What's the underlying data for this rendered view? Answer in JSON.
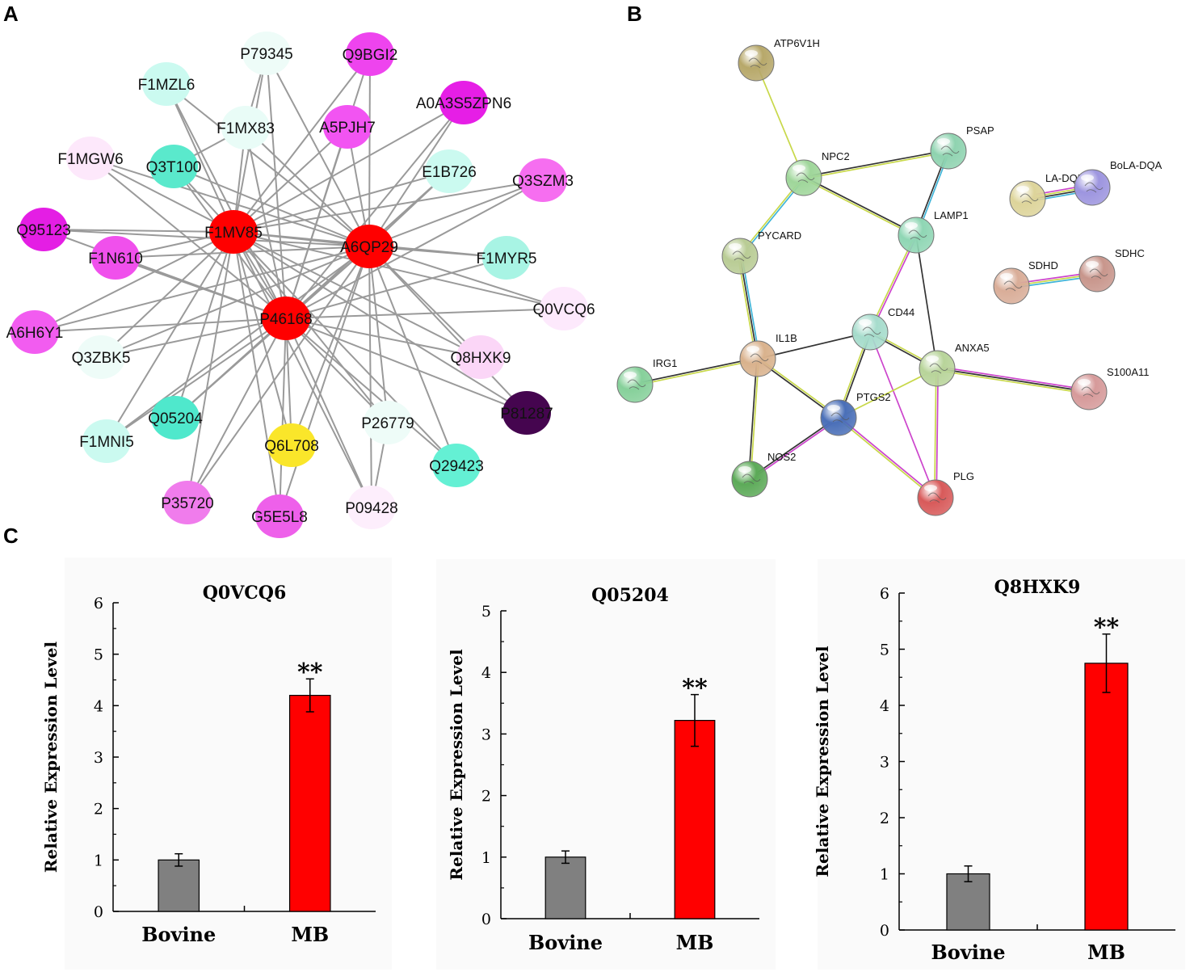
{
  "panels": {
    "a": "A",
    "b": "B",
    "c": "C"
  },
  "network_a": {
    "hubs": [
      "F1MV85",
      "A6QP29",
      "P46168"
    ],
    "nodes": [
      {
        "id": "P79345",
        "color": "#eefcf8"
      },
      {
        "id": "Q9BGI2",
        "color": "#ee44ee"
      },
      {
        "id": "F1MZL6",
        "color": "#cbfaf0"
      },
      {
        "id": "A0A3S5ZPN6",
        "color": "#e61ee6"
      },
      {
        "id": "F1MX83",
        "color": "#e9fcf7"
      },
      {
        "id": "A5PJH7",
        "color": "#f254f2"
      },
      {
        "id": "F1MGW6",
        "color": "#fde8fb"
      },
      {
        "id": "Q3T100",
        "color": "#5ae9cc"
      },
      {
        "id": "E1B726",
        "color": "#cbfaf0"
      },
      {
        "id": "Q3SZM3",
        "color": "#f66ef0"
      },
      {
        "id": "Q95123",
        "color": "#e41ee4"
      },
      {
        "id": "F1MV85",
        "color": "#ff0000"
      },
      {
        "id": "A6QP29",
        "color": "#ff0000"
      },
      {
        "id": "F1N610",
        "color": "#f050ec"
      },
      {
        "id": "F1MYR5",
        "color": "#a8f4e4"
      },
      {
        "id": "P46168",
        "color": "#ff0000"
      },
      {
        "id": "Q0VCQ6",
        "color": "#fde9fc"
      },
      {
        "id": "A6H6Y1",
        "color": "#f25cf0"
      },
      {
        "id": "Q3ZBK5",
        "color": "#eefcf8"
      },
      {
        "id": "Q8HXK9",
        "color": "#fbd6f7"
      },
      {
        "id": "P81287",
        "color": "#45054f"
      },
      {
        "id": "Q05204",
        "color": "#4fe8cc"
      },
      {
        "id": "P26779",
        "color": "#eefcf8"
      },
      {
        "id": "F1MNI5",
        "color": "#cbfaf0"
      },
      {
        "id": "Q6L708",
        "color": "#fae62a"
      },
      {
        "id": "Q29423",
        "color": "#64f0d4"
      },
      {
        "id": "P35720",
        "color": "#f07cec"
      },
      {
        "id": "G5E5L8",
        "color": "#ee60ea"
      },
      {
        "id": "P09428",
        "color": "#fdeefc"
      }
    ]
  },
  "network_b": {
    "nodes": [
      {
        "id": "ATP6V1H",
        "color": "#b7a86a"
      },
      {
        "id": "PSAP",
        "color": "#8fd3b0"
      },
      {
        "id": "NPC2",
        "color": "#9fd69a"
      },
      {
        "id": "LA-DQB",
        "color": "#ddd49a"
      },
      {
        "id": "BoLA-DQA",
        "color": "#9d95df"
      },
      {
        "id": "LAMP1",
        "color": "#8fd6b4"
      },
      {
        "id": "PYCARD",
        "color": "#b9cc95"
      },
      {
        "id": "SDHD",
        "color": "#d9ad98"
      },
      {
        "id": "SDHC",
        "color": "#c8968c"
      },
      {
        "id": "CD44",
        "color": "#a6dccc"
      },
      {
        "id": "IL1B",
        "color": "#d9b28d"
      },
      {
        "id": "ANXA5",
        "color": "#b8d49a"
      },
      {
        "id": "IRG1",
        "color": "#86d09a"
      },
      {
        "id": "PTGS2",
        "color": "#4a6fb8"
      },
      {
        "id": "S100A11",
        "color": "#d69a9a"
      },
      {
        "id": "NOS2",
        "color": "#5caa58"
      },
      {
        "id": "PLG",
        "color": "#d85a5a"
      }
    ]
  },
  "chart_data": [
    {
      "type": "bar",
      "title": "Q0VCQ6",
      "ylabel": "Relative  Expression  Level",
      "categories": [
        "Bovine",
        "MB"
      ],
      "values": [
        1.0,
        4.2
      ],
      "errors": [
        0.12,
        0.32
      ],
      "colors": [
        "#808080",
        "#ff0000"
      ],
      "significance": [
        "",
        "**"
      ],
      "ylim": [
        0,
        6
      ],
      "yticks": [
        "0",
        "1",
        "2",
        "3",
        "4",
        "5",
        "6"
      ]
    },
    {
      "type": "bar",
      "title": "Q05204",
      "ylabel": "Relative  Expression  Level",
      "categories": [
        "Bovine",
        "MB"
      ],
      "values": [
        1.0,
        3.22
      ],
      "errors": [
        0.1,
        0.42
      ],
      "colors": [
        "#808080",
        "#ff0000"
      ],
      "significance": [
        "",
        "**"
      ],
      "ylim": [
        0,
        5
      ],
      "yticks": [
        "0",
        "1",
        "2",
        "3",
        "4",
        "5"
      ]
    },
    {
      "type": "bar",
      "title": "Q8HXK9",
      "ylabel": "Relative  Expression  Level",
      "categories": [
        "Bovine",
        "MB"
      ],
      "values": [
        1.0,
        4.75
      ],
      "errors": [
        0.14,
        0.52
      ],
      "colors": [
        "#808080",
        "#ff0000"
      ],
      "significance": [
        "",
        "**"
      ],
      "ylim": [
        0,
        6
      ],
      "yticks": [
        "0",
        "1",
        "2",
        "3",
        "4",
        "5",
        "6"
      ]
    }
  ]
}
